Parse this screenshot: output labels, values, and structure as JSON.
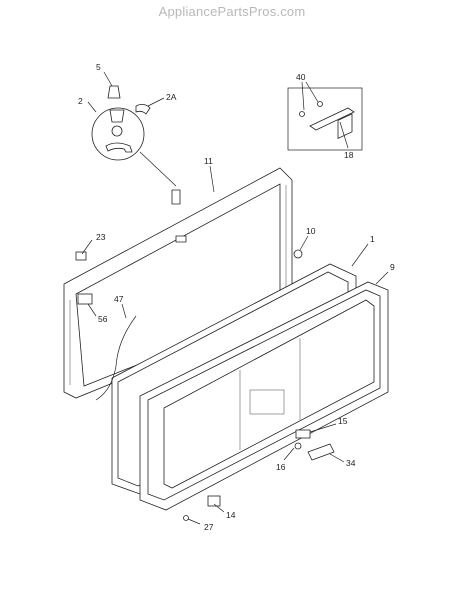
{
  "watermark": "AppliancePartsPros.com",
  "callouts": {
    "p5": "5",
    "p2a": "2A",
    "p2": "2",
    "p11": "11",
    "p40": "40",
    "p18": "18",
    "p23": "23",
    "p10": "10",
    "p1": "1",
    "p9": "9",
    "p56": "56",
    "p47": "47",
    "p15": "15",
    "p16": "16",
    "p34": "34",
    "p14": "14",
    "p27": "27"
  }
}
